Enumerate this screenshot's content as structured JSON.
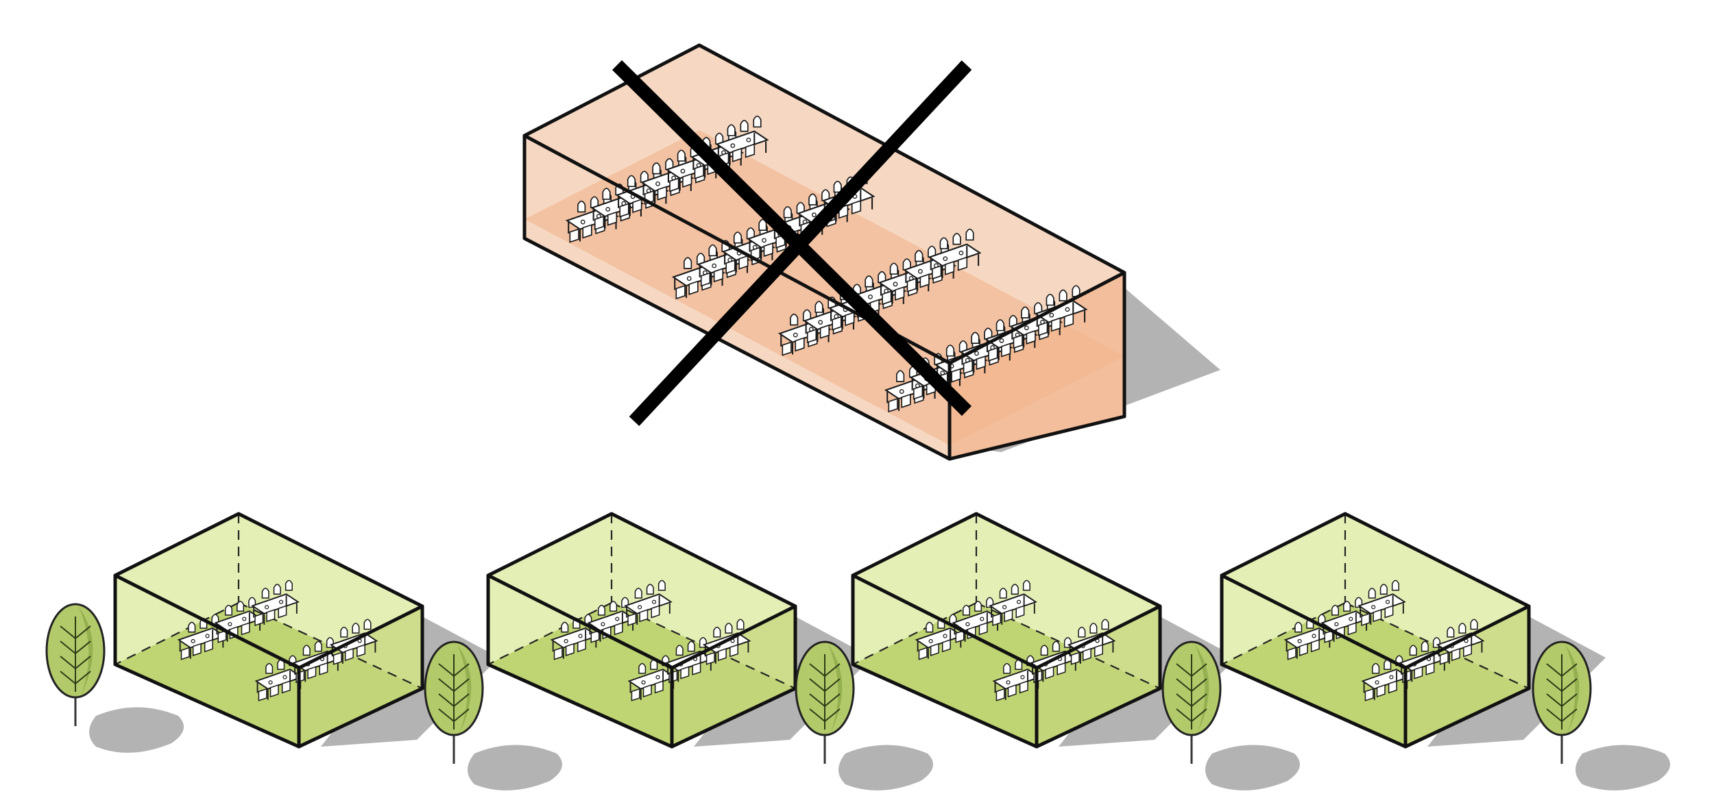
{
  "diagram": {
    "large_hall": {
      "fill_top": "#f6d8c2",
      "fill_side": "#f2b58e",
      "fill_floor": "#f3c09f",
      "crossed_out": true,
      "tables": 28
    },
    "small_pavilions": {
      "count": 4,
      "fill_top": "#e4efb6",
      "fill_side": "#c3d67a",
      "fill_floor": "#b8cf67",
      "tables_each": 6
    },
    "trees": {
      "count": 5,
      "leaf_color": "#b2ca6a",
      "leaf_dark": "#7e9a3a"
    },
    "shadow_color": "#b3b3b3"
  }
}
